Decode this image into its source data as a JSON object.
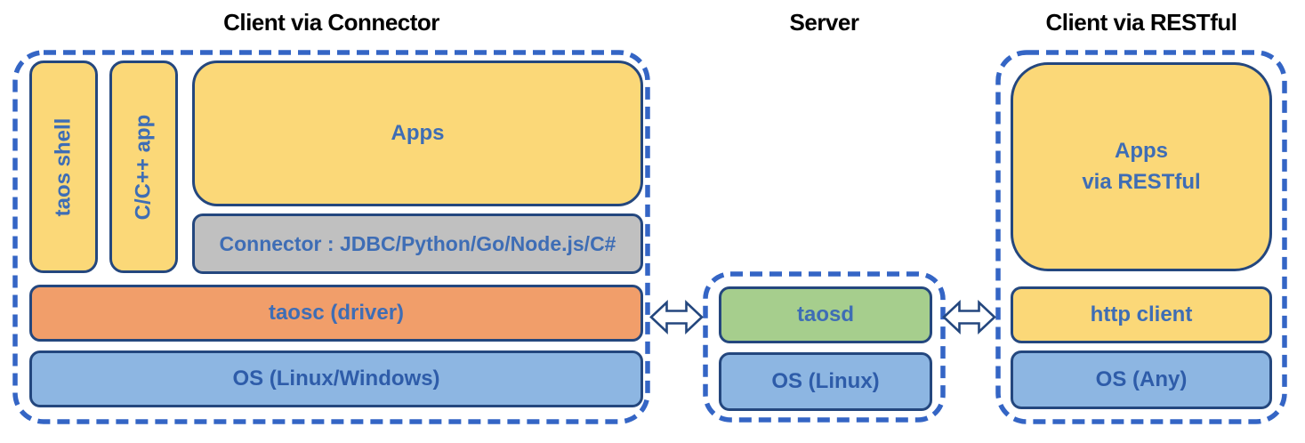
{
  "colors": {
    "title_color": "#000000",
    "dash_border": "#3465C5",
    "box_border": "#24477E",
    "yellow": "#FBD878",
    "gray": "#C0C0C0",
    "orange": "#F19E6A",
    "blue": "#8DB6E2",
    "green": "#A6CE8D",
    "label_blue": "#3E6DB5",
    "label_dark_blue": "#2E5CA9",
    "arrow_fill": "#FFFFFF",
    "arrow_stroke": "#24477E"
  },
  "sections": {
    "client_connector": {
      "title": "Client via Connector",
      "taos_shell_label": "taos shell",
      "cpp_app_label": "C/C++ app",
      "apps_label": "Apps",
      "connector_label": "Connector : JDBC/Python/Go/Node.js/C#",
      "taosc_label": "taosc (driver)",
      "os_label": "OS (Linux/Windows)"
    },
    "server": {
      "title": "Server",
      "taosd_label": "taosd",
      "os_label": "OS (Linux)"
    },
    "client_restful": {
      "title": "Client via RESTful",
      "apps_label_line1": "Apps",
      "apps_label_line2": "via RESTful",
      "http_client_label": "http client",
      "os_label": "OS (Any)"
    }
  },
  "icons": {
    "left_link": "bidirectional-arrow",
    "right_link": "bidirectional-arrow"
  }
}
